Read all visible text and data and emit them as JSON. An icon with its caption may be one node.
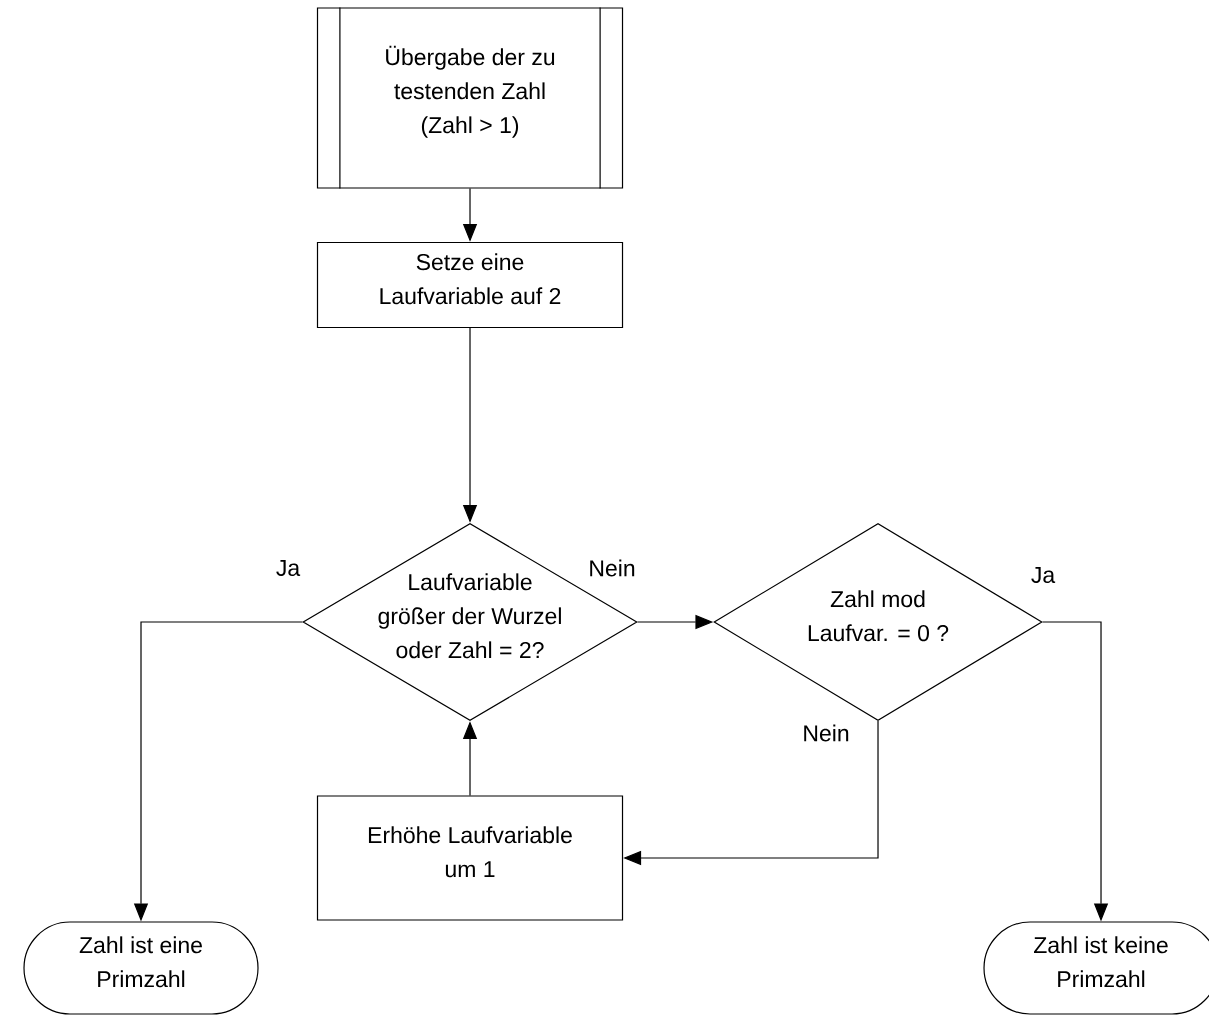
{
  "diagram": {
    "nodes": [
      {
        "text": [
          "Übergabe der zu testenden Zahl (Zahl > 1)"
        ]
      },
      {
        "text": [
          "Setze eine Laufvariable auf 2"
        ]
      },
      {
        "text": [
          "Laufvariable größer der Wurzel oder Zahl = 2?"
        ]
      },
      {
        "text": [
          "Zahl mod Laufvar. = 0 ?"
        ]
      },
      {
        "text": [
          "Erhöhe Laufvariable um 1"
        ]
      },
      {
        "text": [
          "Zahl ist eine Primzahl"
        ]
      },
      {
        "text": [
          "Zahl ist keine Primzahl"
        ]
      }
    ],
    "edges": [
      {
        "from": 0,
        "to": 1,
        "arrow": "to"
      },
      {
        "from": 1,
        "to": 2,
        "arrow": "to"
      },
      {
        "from": 2,
        "to": 3,
        "arrow": "to",
        "label": "Nein"
      },
      {
        "from": 2,
        "to": 5,
        "arrow": "to",
        "label": "Ja"
      },
      {
        "from": 3,
        "to": 6,
        "arrow": "to",
        "label": "Ja"
      },
      {
        "from": 3,
        "to": 4,
        "arrow": "to",
        "label": "Nein"
      },
      {
        "from": 4,
        "to": 2,
        "arrow": "to"
      }
    ]
  }
}
